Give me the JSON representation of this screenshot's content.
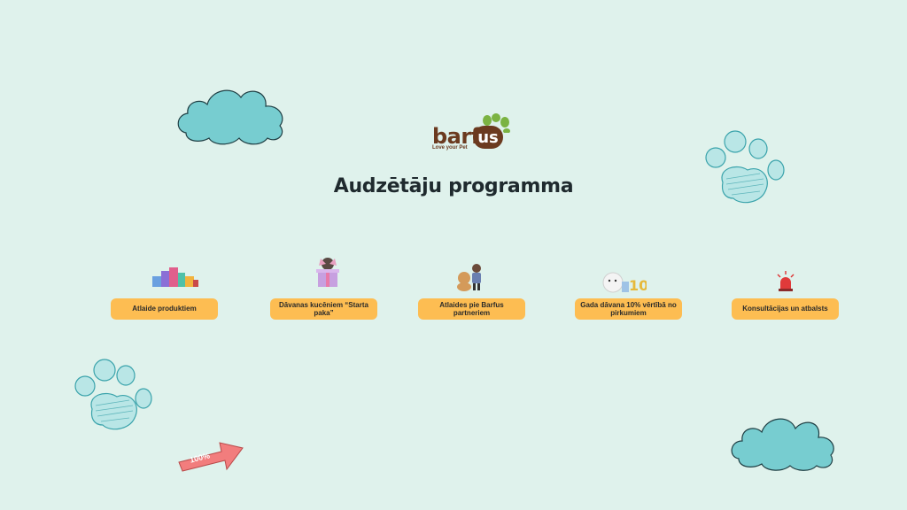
{
  "logo": {
    "text": "barf",
    "suffix": "us",
    "tagline": "Love your Pet"
  },
  "title": "Audzētāju programma",
  "cards": [
    {
      "label": "Atlaide produktiem",
      "icon": "pet-products-icon"
    },
    {
      "label": "Dāvanas kucēniem “Starta paka”",
      "icon": "gift-box-icon"
    },
    {
      "label": "Atlaides pie Barfus partneriem",
      "icon": "dog-owner-icon"
    },
    {
      "label": "Gada dāvana 10% vērtībā no pirkumiem",
      "icon": "gift-10-icon"
    },
    {
      "label": "Konsultācijas un atbalsts",
      "icon": "siren-icon"
    }
  ],
  "decor": {
    "arrow_text": "100%"
  },
  "colors": {
    "background": "#dff2ec",
    "cloud": "#77cdd0",
    "pill": "#fdbd52",
    "brand_brown": "#6b3a1f",
    "brand_green": "#7bb342",
    "arrow": "#f27d7d"
  }
}
